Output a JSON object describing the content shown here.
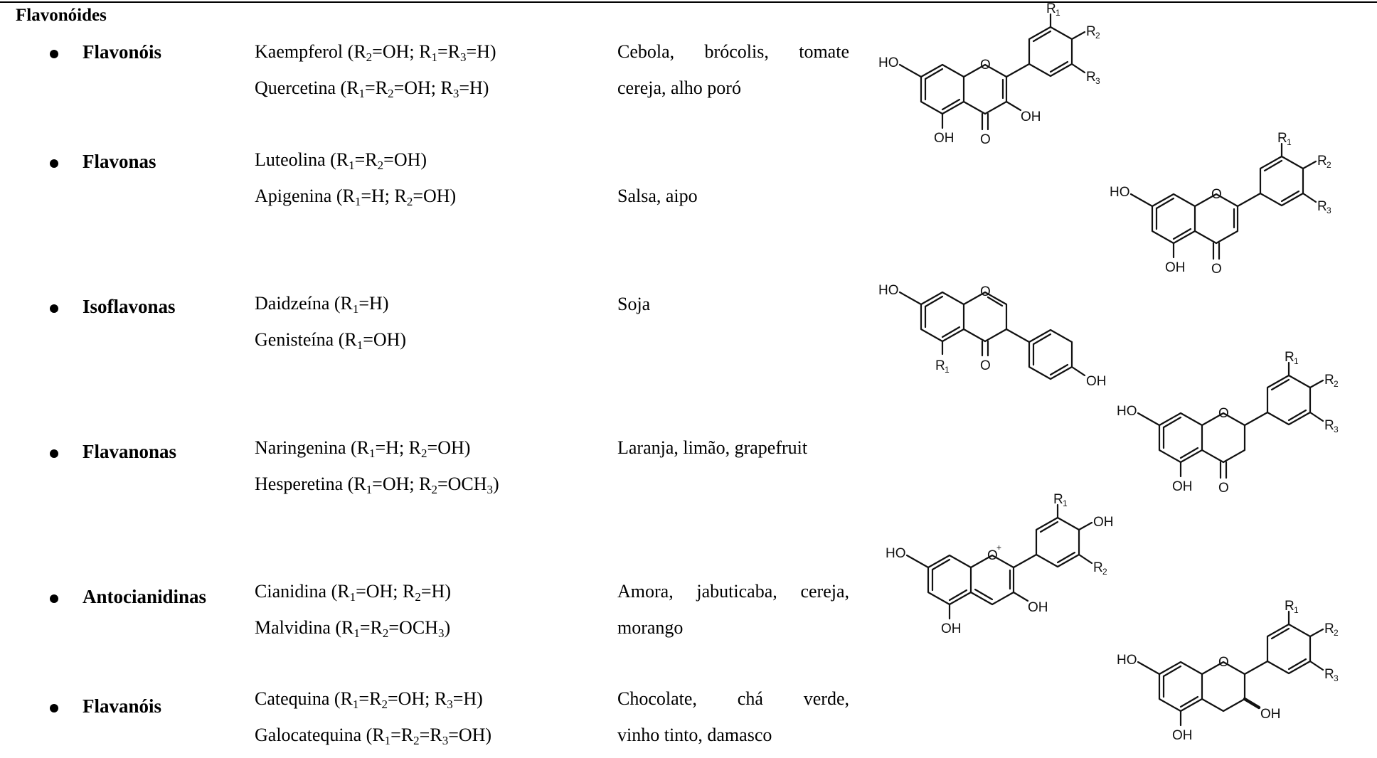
{
  "heading": "Flavonóides",
  "rows": [
    {
      "class_name": "Flavonóis",
      "compounds": [
        {
          "name": "Kaempferol",
          "formula": "(R<sub>2</sub>=OH; R<sub>1</sub>=R<sub>3</sub>=H)"
        },
        {
          "name": "Quercetina",
          "formula": "(R<sub>1</sub>=R<sub>2</sub>=OH; R<sub>3</sub>=H)"
        }
      ],
      "sources": [
        "Cebola, brócolis, tomate",
        "cereja, alho poró"
      ]
    },
    {
      "class_name": "Flavonas",
      "compounds": [
        {
          "name": "Luteolina",
          "formula": "(R<sub>1</sub>=R<sub>2</sub>=OH)"
        },
        {
          "name": "Apigenina",
          "formula": "(R<sub>1</sub>=H; R<sub>2</sub>=OH)"
        }
      ],
      "sources": [
        "Salsa, aipo"
      ]
    },
    {
      "class_name": "Isoflavonas",
      "compounds": [
        {
          "name": "Daidzeína",
          "formula": "(R<sub>1</sub>=H)"
        },
        {
          "name": "Genisteína",
          "formula": "(R<sub>1</sub>=OH)"
        }
      ],
      "sources": [
        "Soja"
      ]
    },
    {
      "class_name": "Flavanonas",
      "compounds": [
        {
          "name": "Naringenina",
          "formula": "(R<sub>1</sub>=H; R<sub>2</sub>=OH)"
        },
        {
          "name": "Hesperetina",
          "formula": "(R<sub>1</sub>=OH; R<sub>2</sub>=OCH<sub>3</sub>)"
        }
      ],
      "sources": [
        "Laranja, limão, grapefruit"
      ]
    },
    {
      "class_name": "Antocianidinas",
      "compounds": [
        {
          "name": "Cianidina",
          "formula": "(R<sub>1</sub>=OH; R<sub>2</sub>=H)"
        },
        {
          "name": "Malvidina",
          "formula": "(R<sub>1</sub>=R<sub>2</sub>=OCH<sub>3</sub>)"
        }
      ],
      "sources": [
        "Amora, jabuticaba, cereja,",
        "morango"
      ]
    },
    {
      "class_name": "Flavanóis",
      "compounds": [
        {
          "name": "Catequina",
          "formula": "(R<sub>1</sub>=R<sub>2</sub>=OH; R<sub>3</sub>=H)"
        },
        {
          "name": "Galocatequina",
          "formula": "(R<sub>1</sub>=R<sub>2</sub>=R<sub>3</sub>=OH)"
        }
      ],
      "sources": [
        "Chocolate, chá verde,",
        "vinho tinto, damasco"
      ]
    }
  ],
  "structure_labels": {
    "HO": "HO",
    "OH": "OH",
    "O": "O",
    "R": "R",
    "r1": "1",
    "r2": "2",
    "r3": "3",
    "plus": "+"
  }
}
